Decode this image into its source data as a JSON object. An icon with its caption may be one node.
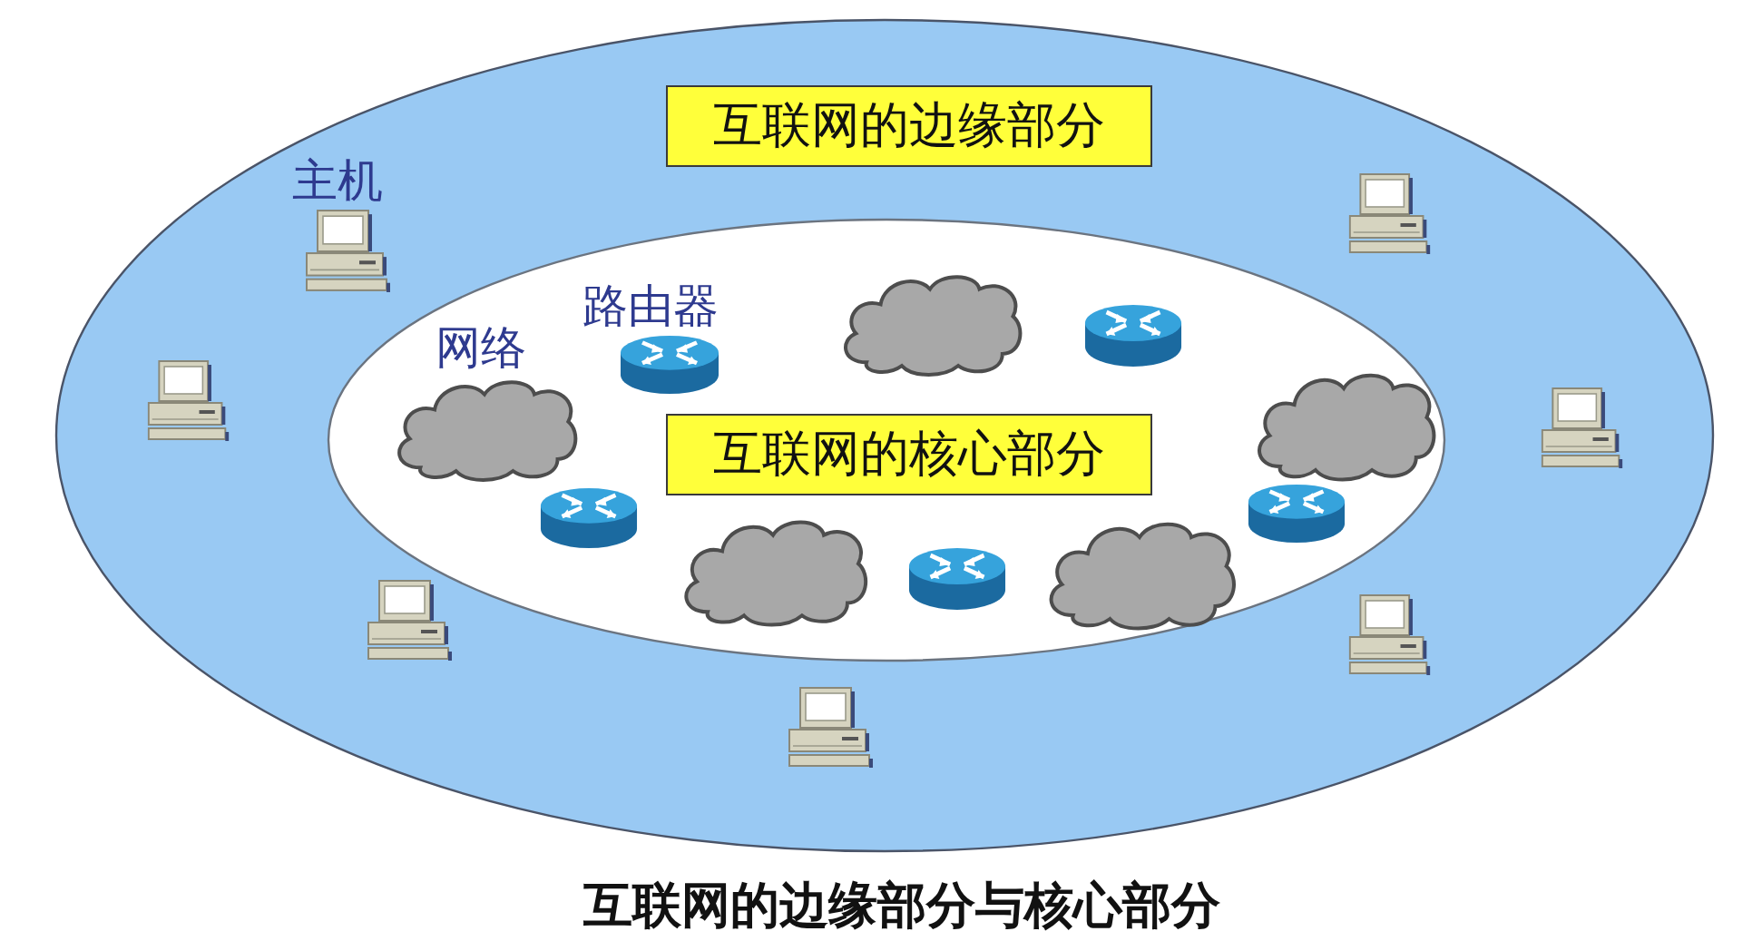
{
  "diagram": {
    "caption": "互联网的边缘部分与核心部分",
    "nodes": [
      {
        "text": [
          "互联网的边缘部分"
        ]
      },
      {
        "text": [
          "互联网的核心部分"
        ],
        "in": 0
      },
      {
        "text": [],
        "shape": "picture",
        "in": 0,
        "beside": [
          "主机"
        ]
      },
      {
        "text": [],
        "shape": "picture",
        "in": 0
      },
      {
        "text": [],
        "shape": "picture",
        "in": 0
      },
      {
        "text": [],
        "shape": "picture",
        "in": 0
      },
      {
        "text": [],
        "shape": "picture",
        "in": 0
      },
      {
        "text": [],
        "shape": "picture",
        "in": 0
      },
      {
        "text": [],
        "shape": "picture",
        "in": 0
      },
      {
        "text": [],
        "shape": "cloud",
        "in": 1,
        "beside": [
          "网络"
        ]
      },
      {
        "text": [],
        "shape": "cloud",
        "in": 1
      },
      {
        "text": [],
        "shape": "cloud",
        "in": 1
      },
      {
        "text": [],
        "shape": "cloud",
        "in": 1
      },
      {
        "text": [],
        "shape": "cloud",
        "in": 1
      },
      {
        "text": [],
        "shape": "cylinder",
        "in": 1,
        "beside": [
          "路由器"
        ]
      },
      {
        "text": [],
        "shape": "cylinder",
        "in": 1
      },
      {
        "text": [],
        "shape": "cylinder",
        "in": 1
      },
      {
        "text": [],
        "shape": "cylinder",
        "in": 1
      },
      {
        "text": [],
        "shape": "cylinder",
        "in": 1
      }
    ]
  }
}
